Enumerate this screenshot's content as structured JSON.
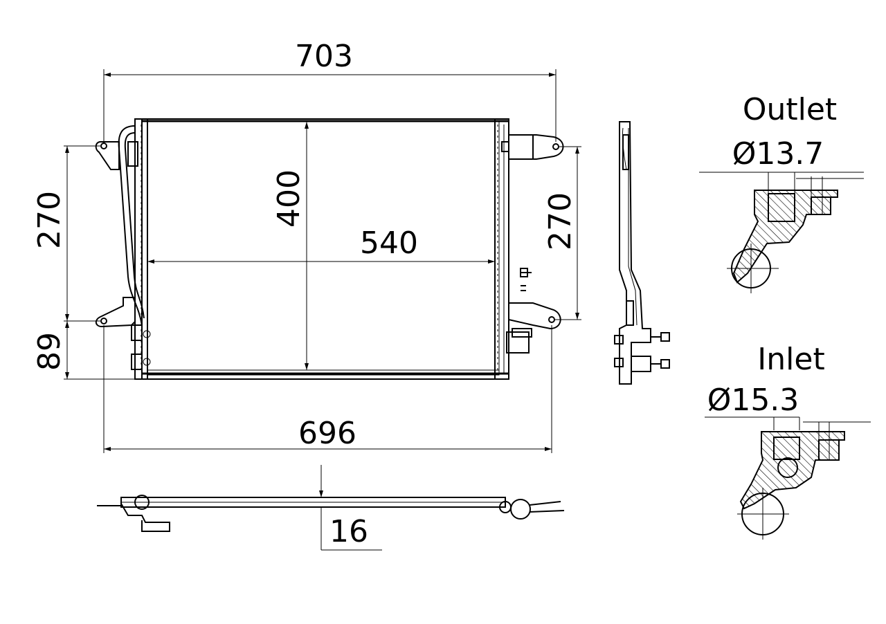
{
  "dimensions": {
    "overall_top_width": "703",
    "core_height": "400",
    "core_width": "540",
    "left_mount_spacing": "270",
    "right_mount_spacing": "270",
    "bottom_offset": "89",
    "overall_bottom_width": "696",
    "depth": "16"
  },
  "ports": {
    "outlet": {
      "label": "Outlet",
      "diameter": "Ø13.7"
    },
    "inlet": {
      "label": "Inlet",
      "diameter": "Ø15.3"
    }
  }
}
